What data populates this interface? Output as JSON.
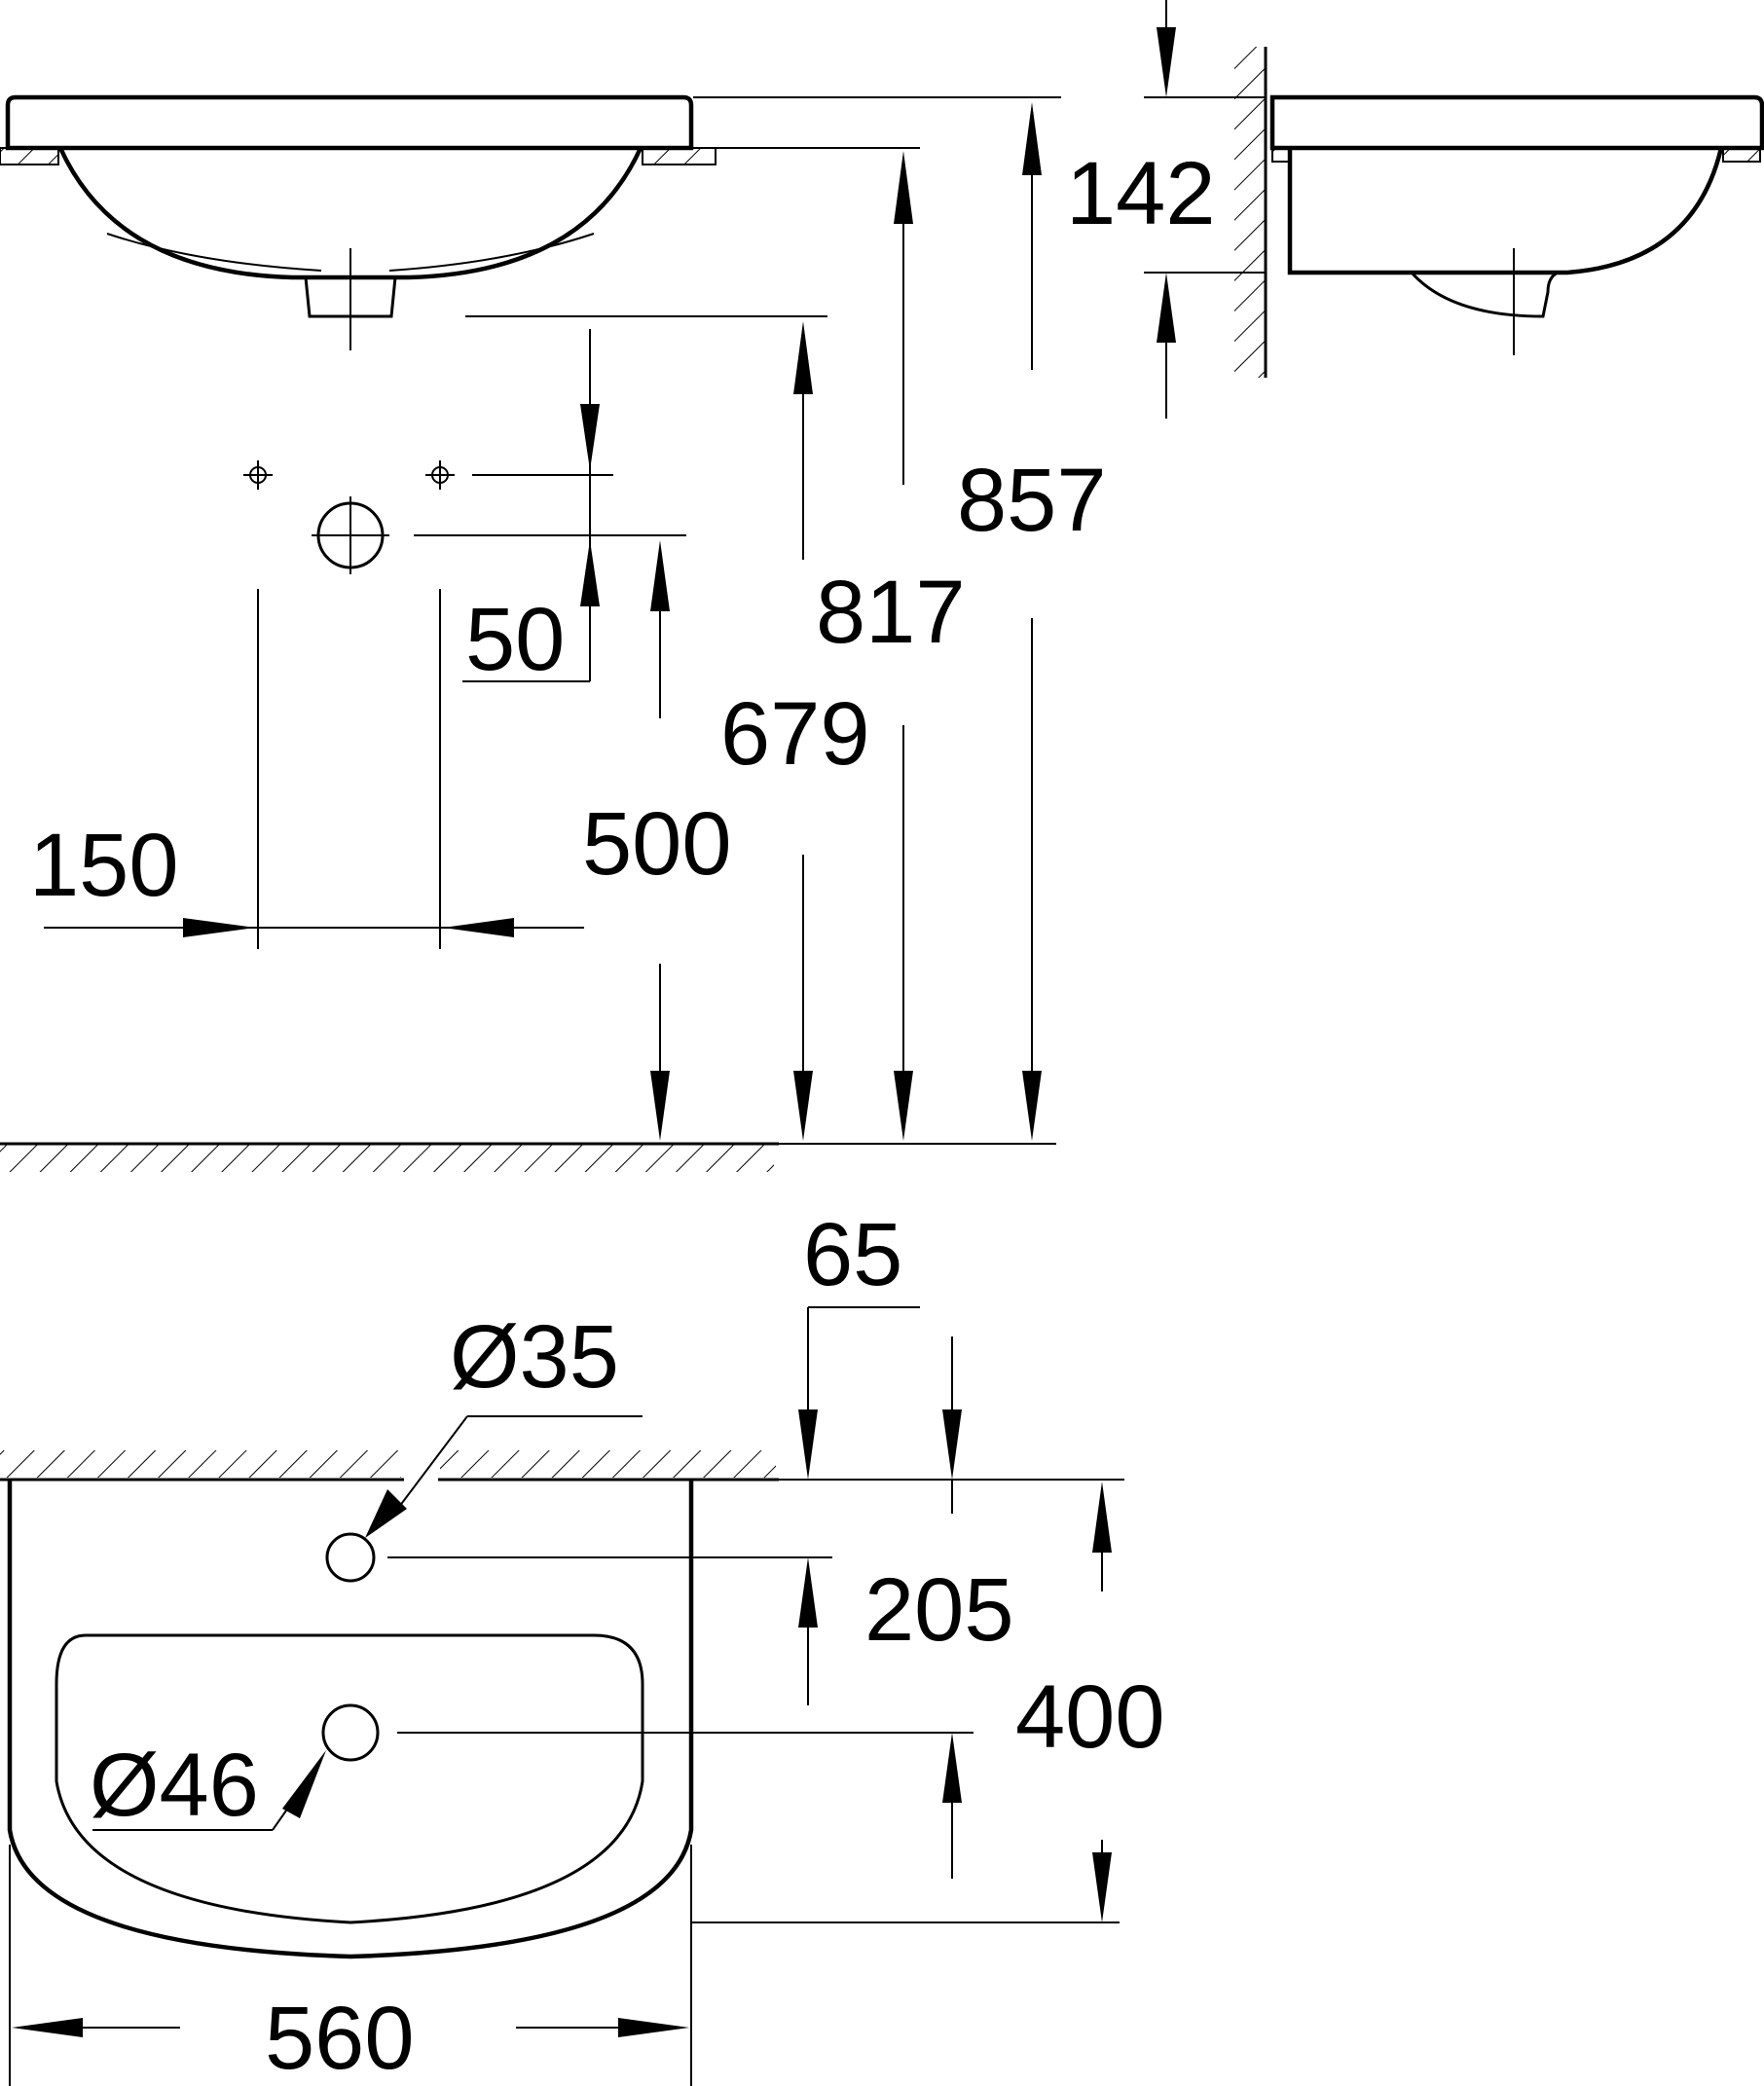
{
  "colors": {
    "line": "#000000",
    "background": "#ffffff"
  },
  "dimensions": {
    "d142": "142",
    "d857": "857",
    "d817": "817",
    "d679": "679",
    "d500": "500",
    "d50": "50",
    "d150": "150",
    "d65": "65",
    "d35": "Ø35",
    "d205": "205",
    "d400": "400",
    "d46": "Ø46",
    "d560": "560"
  }
}
